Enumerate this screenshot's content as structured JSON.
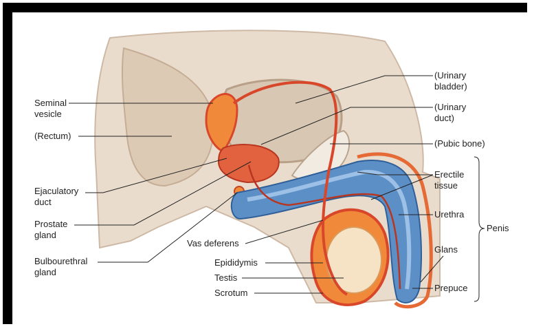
{
  "labels": {
    "urinary_bladder": "(Urinary\nbladder)",
    "seminal_vesicle": "Seminal\nvesicle",
    "urinary_duct": "(Urinary\nduct)",
    "rectum": "(Rectum)",
    "pubic_bone": "(Pubic bone)",
    "erectile_tissue": "Erectile\ntissue",
    "ejaculatory_duct": "Ejaculatory\nduct",
    "urethra": "Urethra",
    "prostate_gland": "Prostate\ngland",
    "penis": "Penis",
    "vas_deferens": "Vas deferens",
    "glans": "Glans",
    "bulbourethral_gland": "Bulbourethral\ngland",
    "epididymis": "Epididymis",
    "testis": "Testis",
    "scrotum": "Scrotum",
    "prepuce": "Prepuce"
  },
  "colors": {
    "tissue": "#e9dccd",
    "tissue_shade": "#cdb9a5",
    "organ_red": "#d9472b",
    "organ_orange": "#f08a3a",
    "erectile_blue": "#5d8fc7",
    "erectile_light": "#9cc0e6",
    "testis_cream": "#f6e2c4"
  }
}
